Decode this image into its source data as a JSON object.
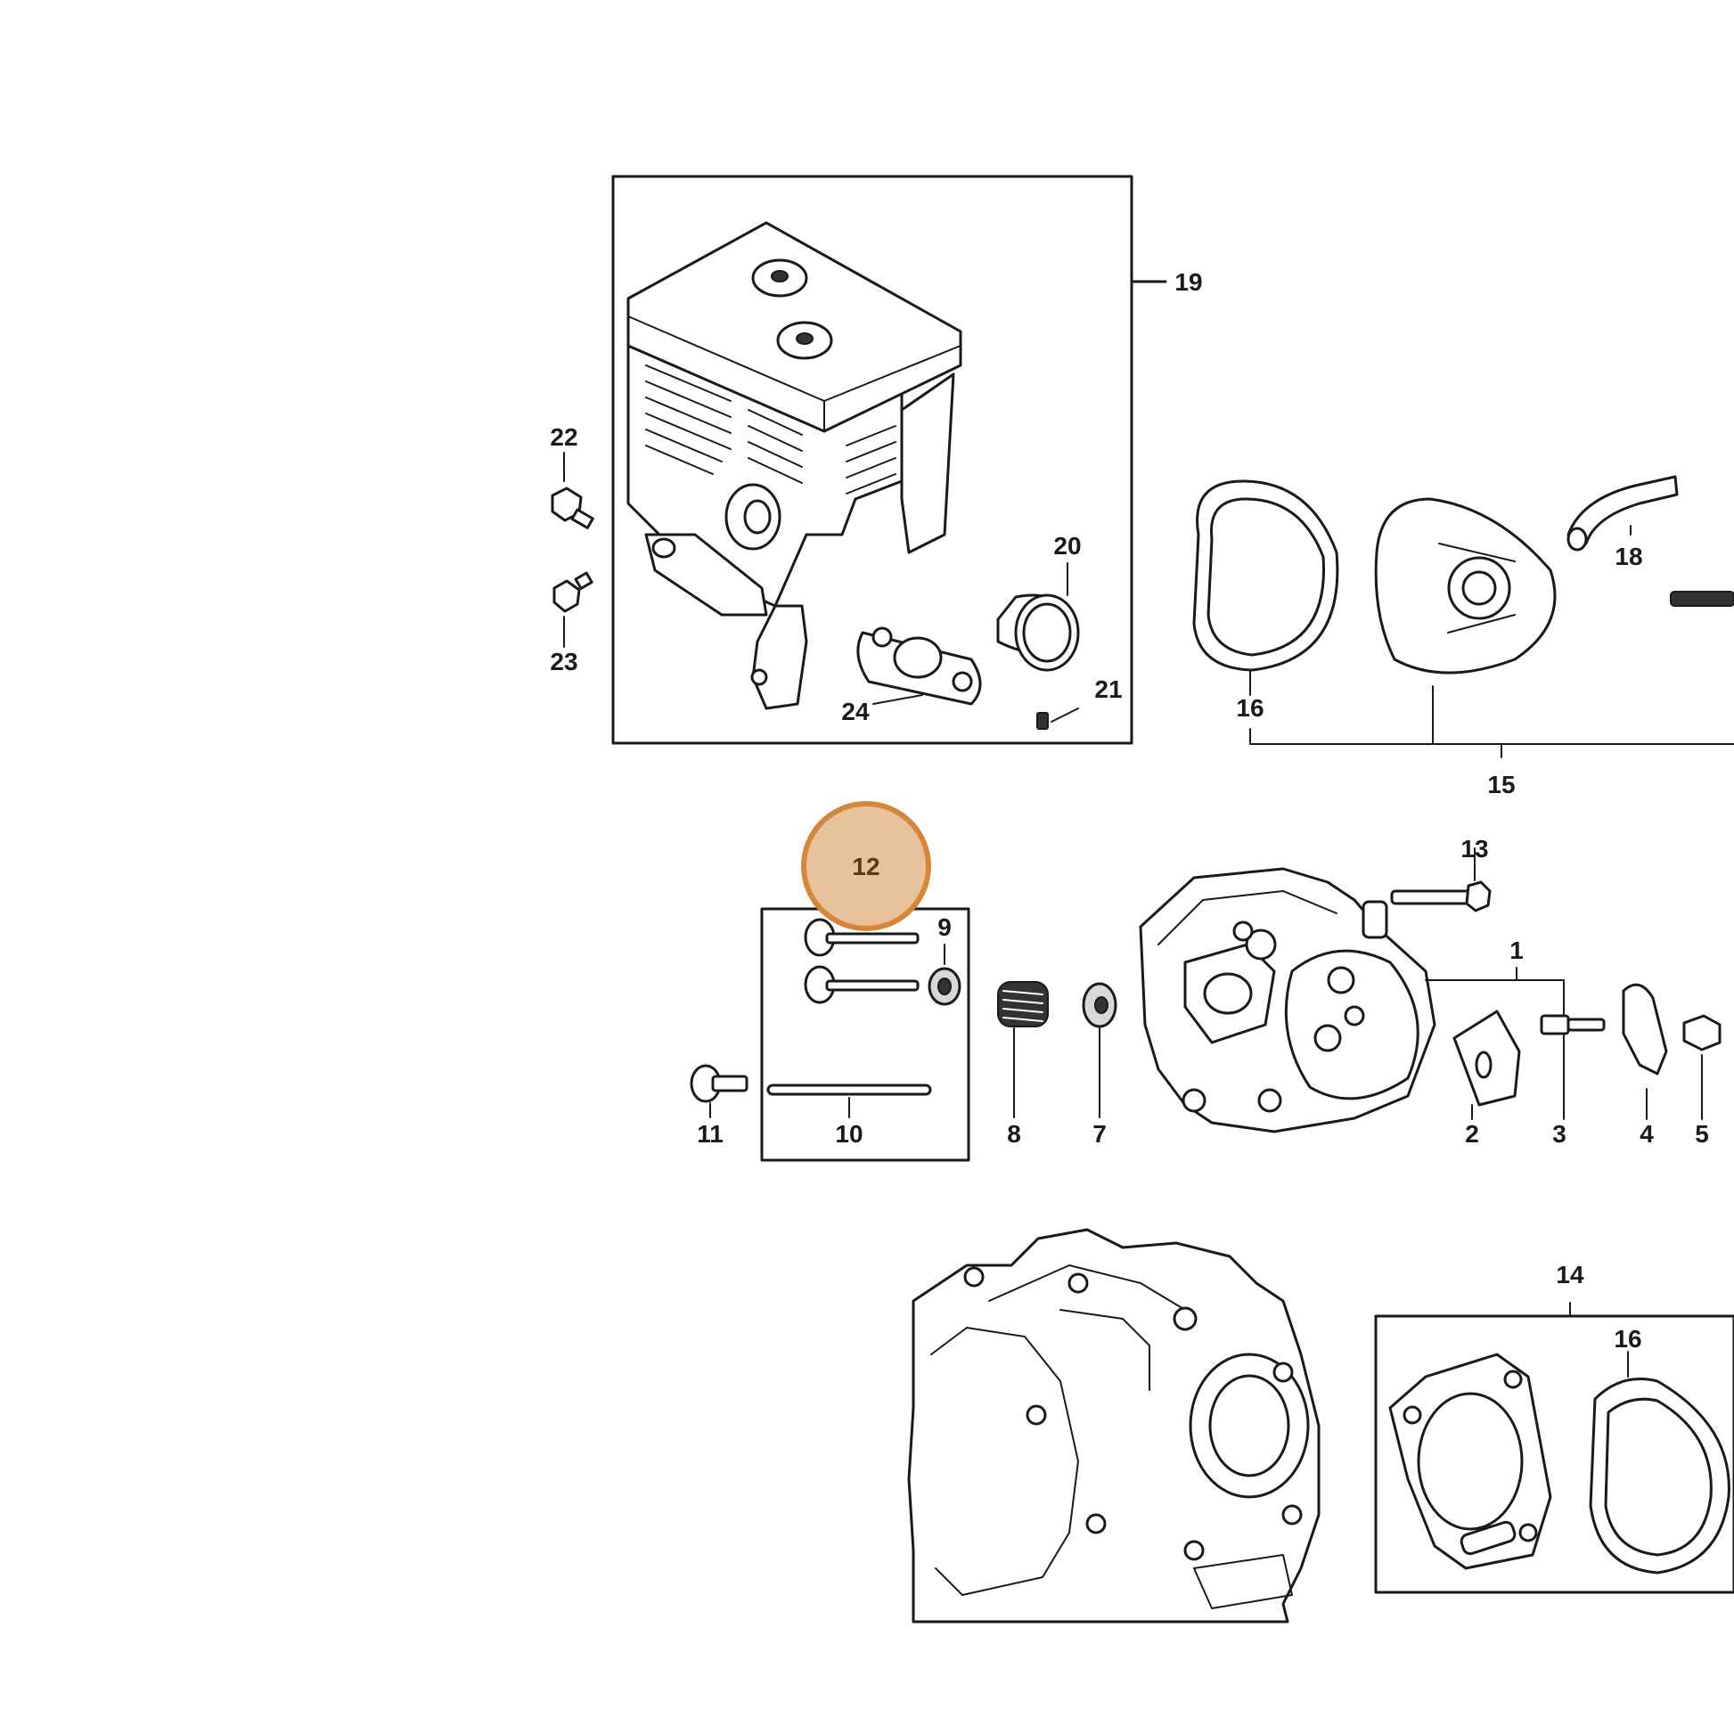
{
  "highlight": {
    "label": "12",
    "color": "#d4873a",
    "fill": "#e8c29b"
  },
  "callouts": {
    "c1": "1",
    "c2": "2",
    "c3": "3",
    "c4": "4",
    "c5": "5",
    "c7": "7",
    "c8": "8",
    "c9": "9",
    "c10": "10",
    "c11": "11",
    "c13": "13",
    "c14": "14",
    "c15": "15",
    "c16a": "16",
    "c16b": "16",
    "c18": "18",
    "c19": "19",
    "c20": "20",
    "c21": "21",
    "c22": "22",
    "c23": "23",
    "c24": "24"
  }
}
